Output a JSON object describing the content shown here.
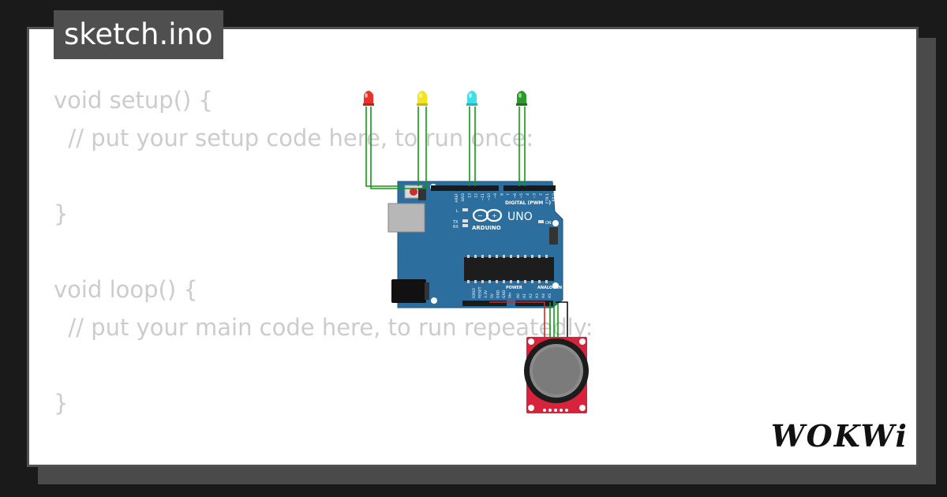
{
  "file_tab": {
    "label": "sketch.ino"
  },
  "code": {
    "lines": [
      "void setup() {",
      "  // put your setup code here, to run once:",
      "",
      "}",
      "",
      "void loop() {",
      "  // put your main code here, to run repeatedly:",
      "",
      "}"
    ]
  },
  "board": {
    "brand": "ARDUINO",
    "model": "UNO",
    "digital_label": "DIGITAL (PWM ~)",
    "analog_label": "ANALOG IN",
    "power_label": "POWER",
    "on_label": "ON",
    "l_label": "L",
    "tx_label": "TX",
    "rx_label": "RX",
    "digital_pins": [
      "AREF",
      "GND",
      "13",
      "12",
      "~11",
      "~10",
      "~9",
      "8",
      "7",
      "~6",
      "~5",
      "4",
      "~3",
      "2",
      "TX 1",
      "RX 0"
    ],
    "power_pins": [
      "IOREF",
      "RESET",
      "3.3V",
      "5V",
      "GND",
      "GND",
      "Vin"
    ],
    "analog_pins": [
      "A0",
      "A1",
      "A2",
      "A3",
      "A4",
      "A5"
    ]
  },
  "leds": [
    {
      "color": "red",
      "hex": "#e8322b"
    },
    {
      "color": "yellow",
      "hex": "#f2e51c"
    },
    {
      "color": "cyan",
      "hex": "#3ee0e8"
    },
    {
      "color": "green",
      "hex": "#2a9a2a"
    }
  ],
  "joystick": {
    "board_color": "#d9233c"
  },
  "logo": {
    "text": "WOKWi"
  },
  "colors": {
    "wire_green": "#119911",
    "wire_red": "#dd2222",
    "wire_black": "#111111",
    "board_blue": "#2c6e9e"
  }
}
